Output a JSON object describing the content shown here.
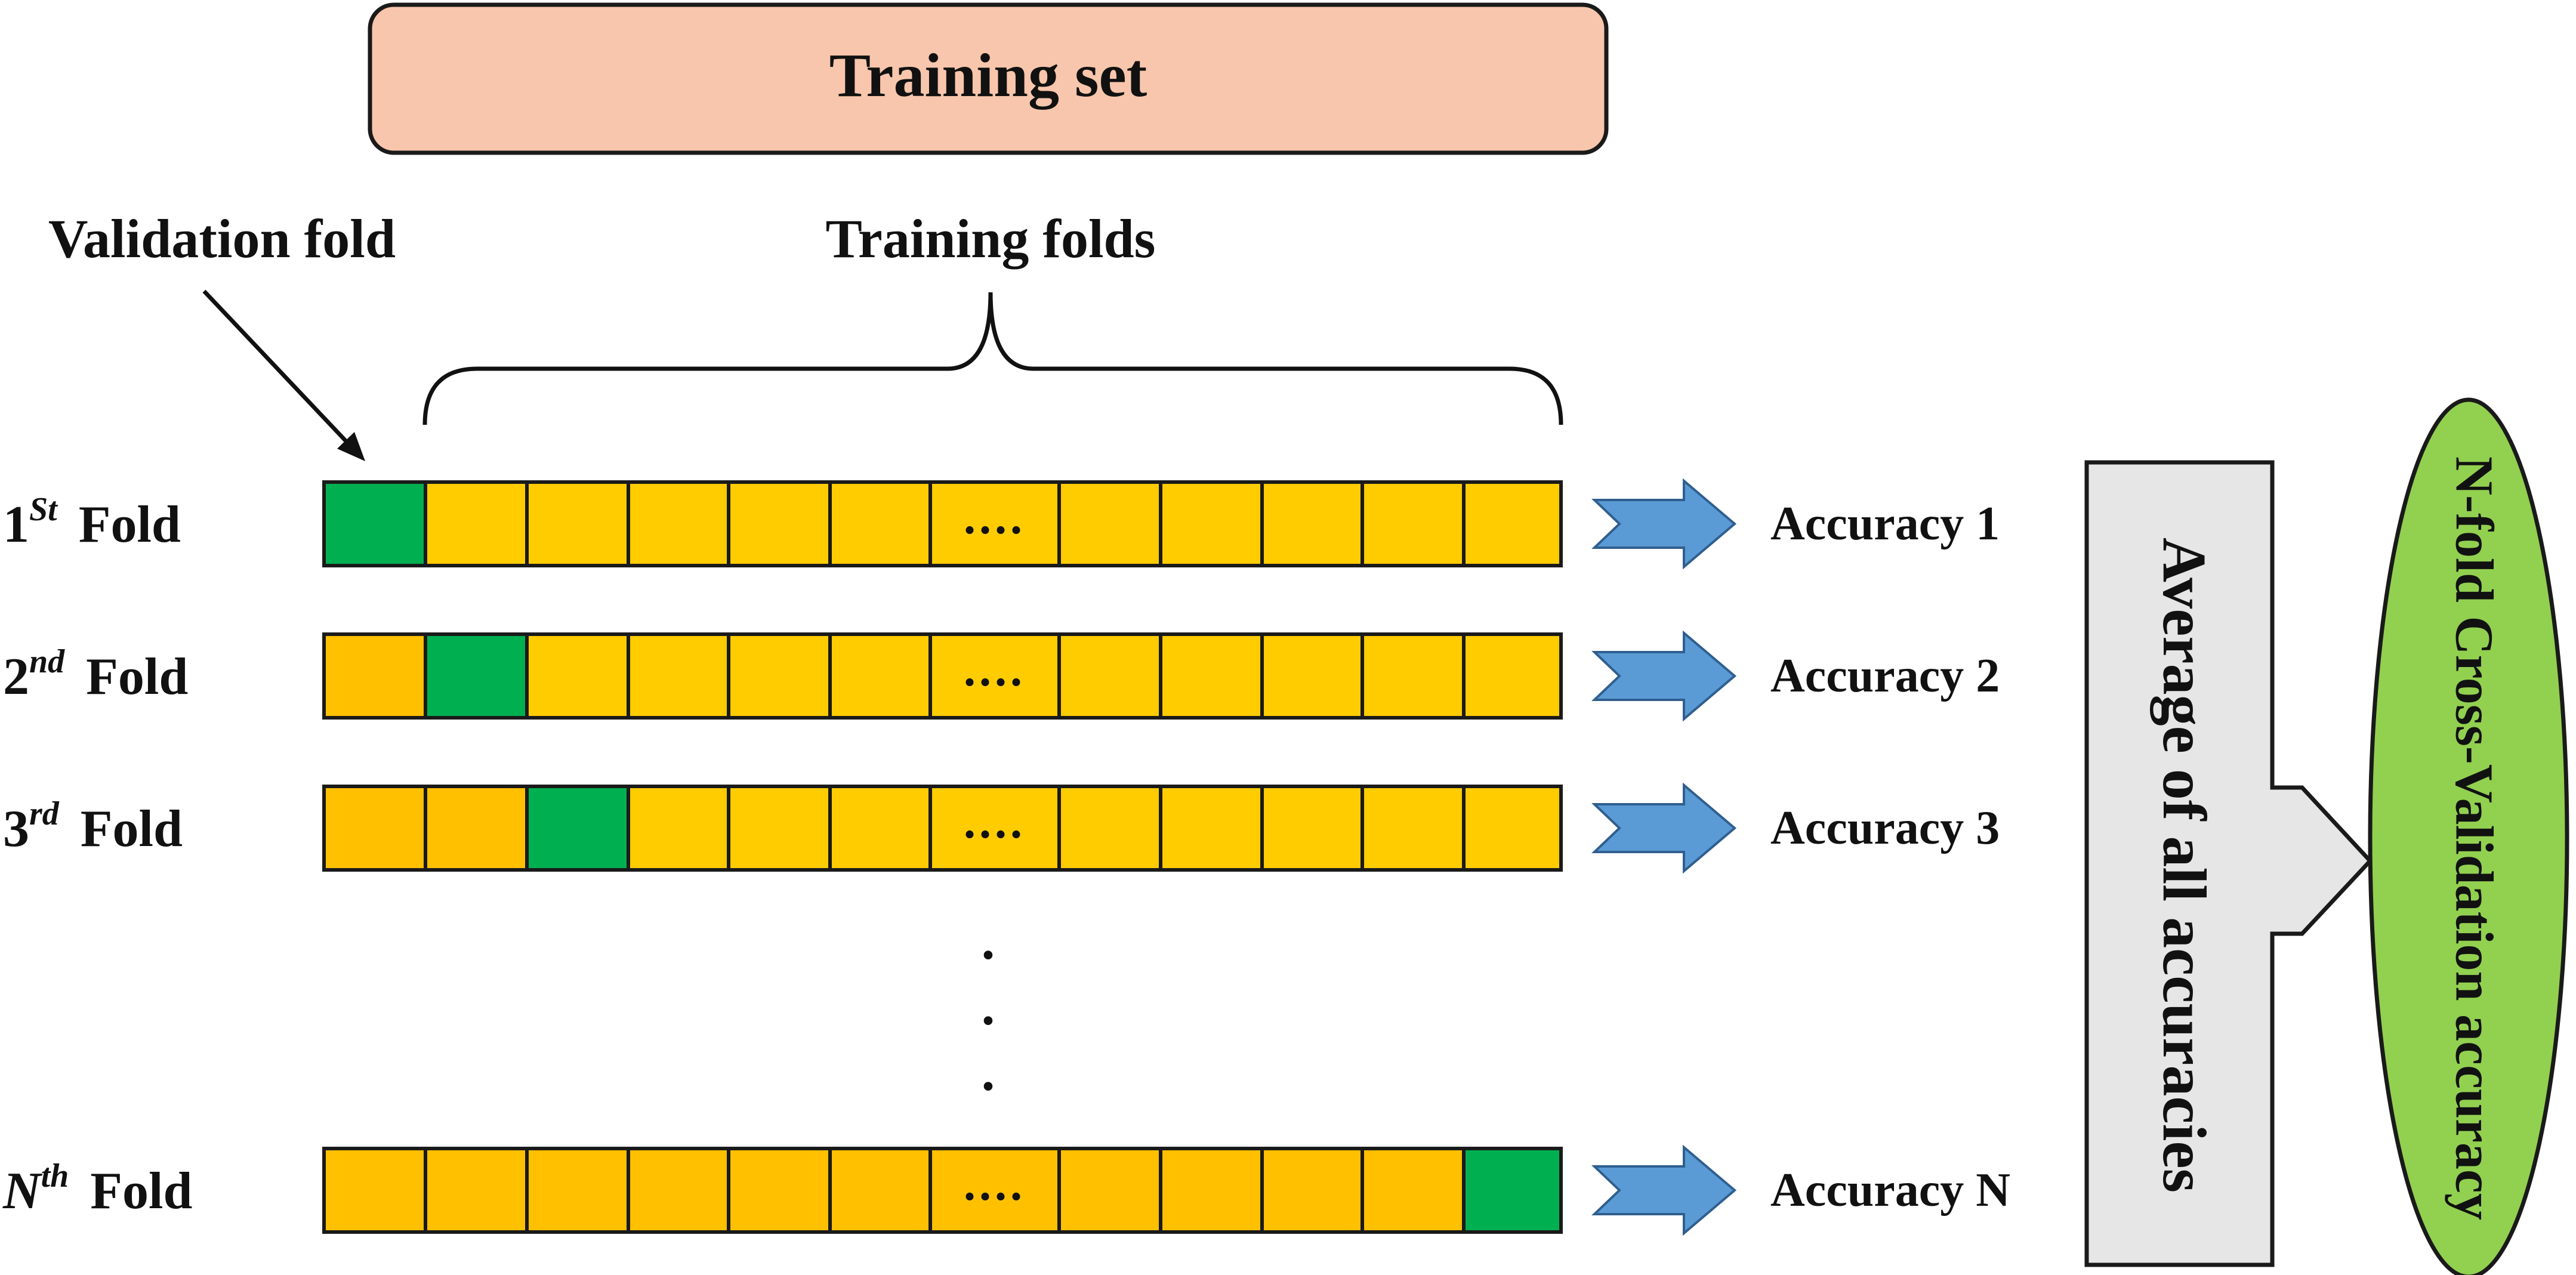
{
  "training_set": {
    "label": "Training set"
  },
  "validation_fold_label": "Validation fold",
  "training_folds_label": "Training folds",
  "ellipsis": "....",
  "vertical_dots": [
    "·",
    "·",
    "·"
  ],
  "colors": {
    "training_set_fill": "#F7C6AC",
    "training_cell": "#FFCC00",
    "prior_validation_cell": "#FFC000",
    "validation_cell": "#00B050",
    "arrow": "#5B9BD5",
    "average_box": "#E6E6E6",
    "result_ellipse": "#92D050"
  },
  "folds": [
    {
      "number": "1",
      "suffix": "St",
      "word": "Fold",
      "validation_index": 0,
      "accuracy": "Accuracy 1"
    },
    {
      "number": "2",
      "suffix": "nd",
      "word": "Fold",
      "validation_index": 1,
      "accuracy": "Accuracy 2"
    },
    {
      "number": "3",
      "suffix": "rd",
      "word": "Fold",
      "validation_index": 2,
      "accuracy": "Accuracy 3"
    },
    {
      "number": "N",
      "suffix": "th",
      "word": "Fold",
      "validation_index": 11,
      "accuracy": "Accuracy N"
    }
  ],
  "average_label": "Average of all accuracies",
  "result_label": "N-fold Cross-Validation accuracy"
}
